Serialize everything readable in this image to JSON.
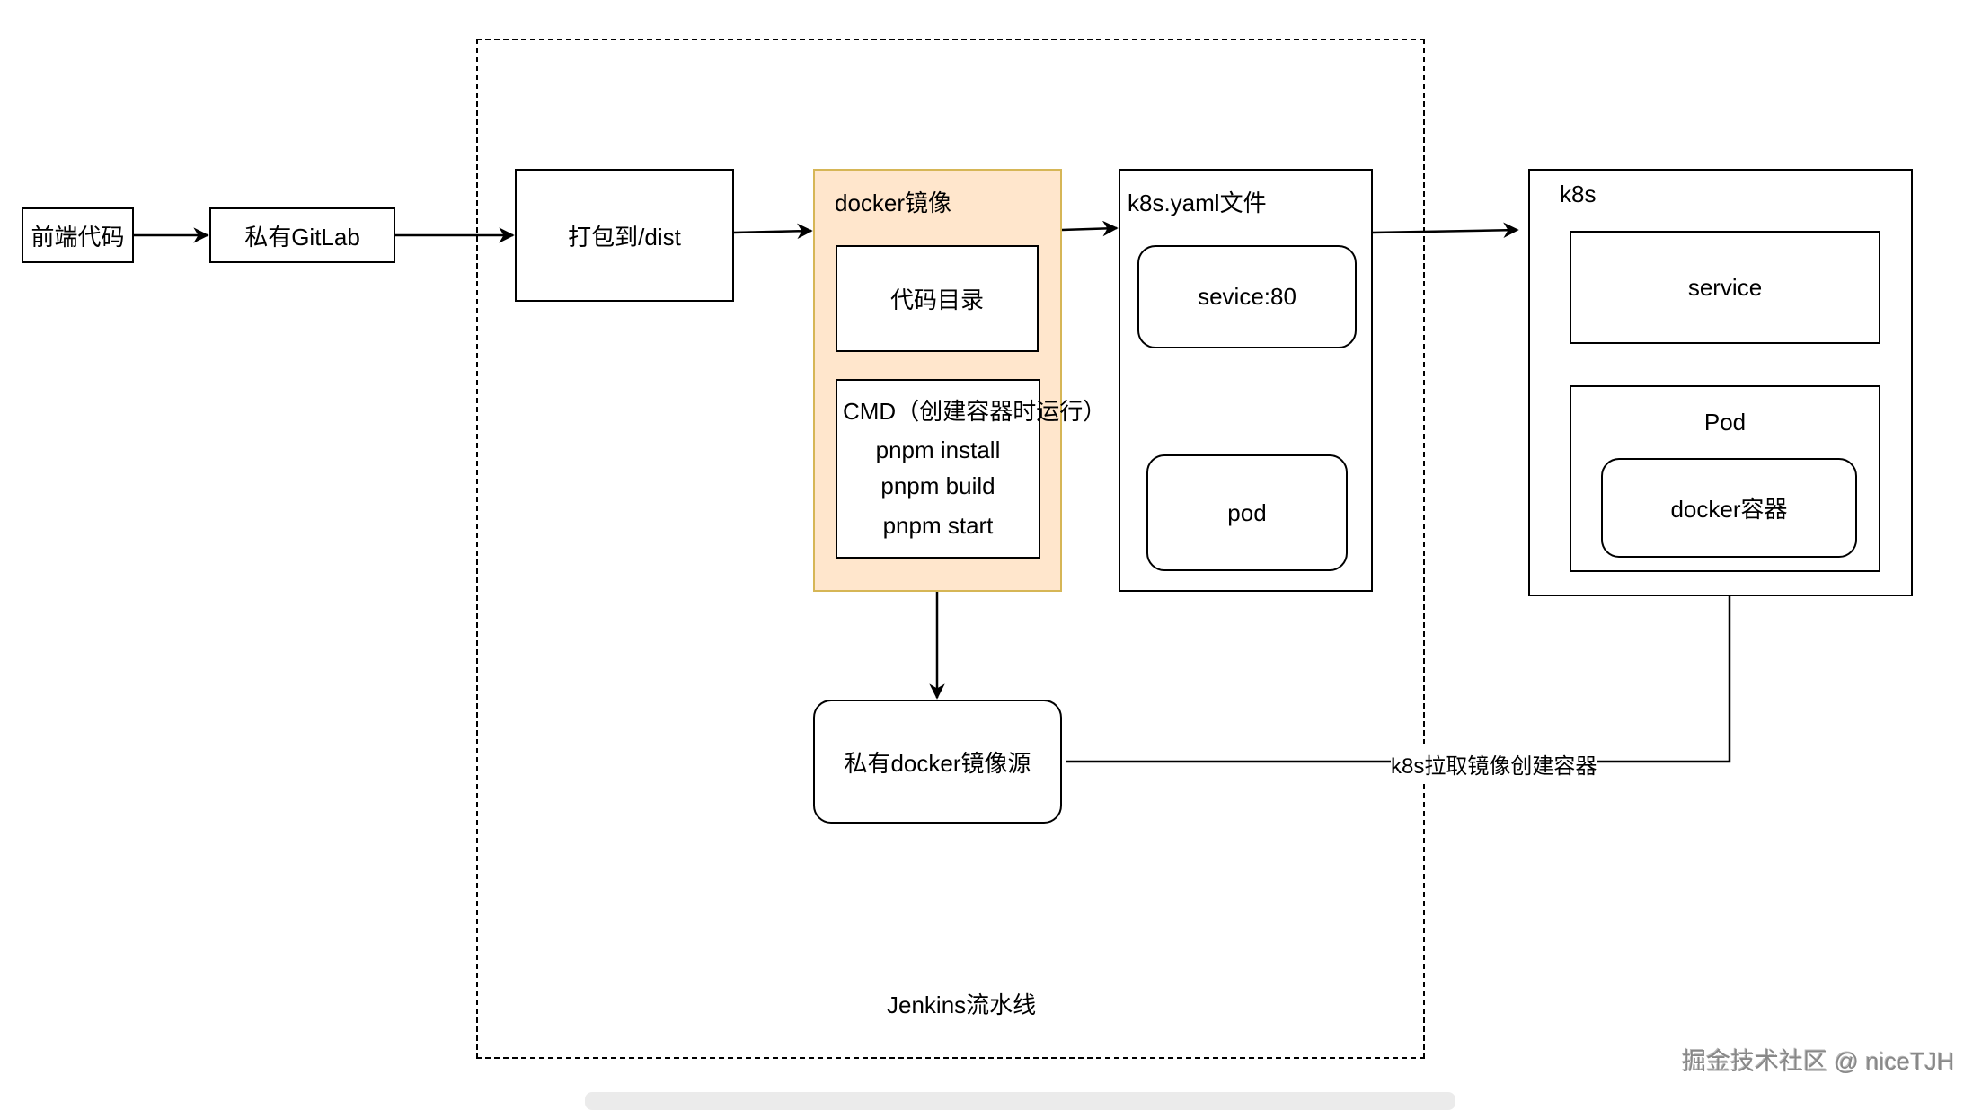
{
  "diagram": {
    "nodes": {
      "frontend_code": "前端代码",
      "gitlab": "私有GitLab",
      "build_dist": "打包到/dist",
      "docker_image": {
        "title": "docker镜像",
        "code_dir": "代码目录",
        "cmd": {
          "title": "CMD（创建容器时运行）",
          "lines": [
            "pnpm install",
            "pnpm build",
            "pnpm start"
          ]
        },
        "fill_color": "#ffe6cc",
        "stroke_color": "#d6b656"
      },
      "k8s_yaml": {
        "title": "k8s.yaml文件",
        "service": "sevice:80",
        "pod": "pod"
      },
      "k8s": {
        "title": "k8s",
        "service": "service",
        "pod": {
          "title": "Pod",
          "container": "docker容器"
        }
      },
      "docker_registry": "私有docker镜像源"
    },
    "group_label": "Jenkins流水线",
    "edge_labels": {
      "pull_image": "k8s拉取镜像创建容器"
    },
    "edges": [
      {
        "from": "frontend_code",
        "to": "gitlab"
      },
      {
        "from": "gitlab",
        "to": "build_dist"
      },
      {
        "from": "build_dist",
        "to": "docker_image"
      },
      {
        "from": "docker_image",
        "to": "k8s_yaml"
      },
      {
        "from": "k8s_yaml",
        "to": "k8s"
      },
      {
        "from": "docker_image",
        "to": "docker_registry"
      },
      {
        "from": "docker_registry",
        "to": "k8s.pod.container",
        "label": "k8s拉取镜像创建容器"
      }
    ]
  },
  "watermark": "掘金技术社区 @ niceTJH"
}
